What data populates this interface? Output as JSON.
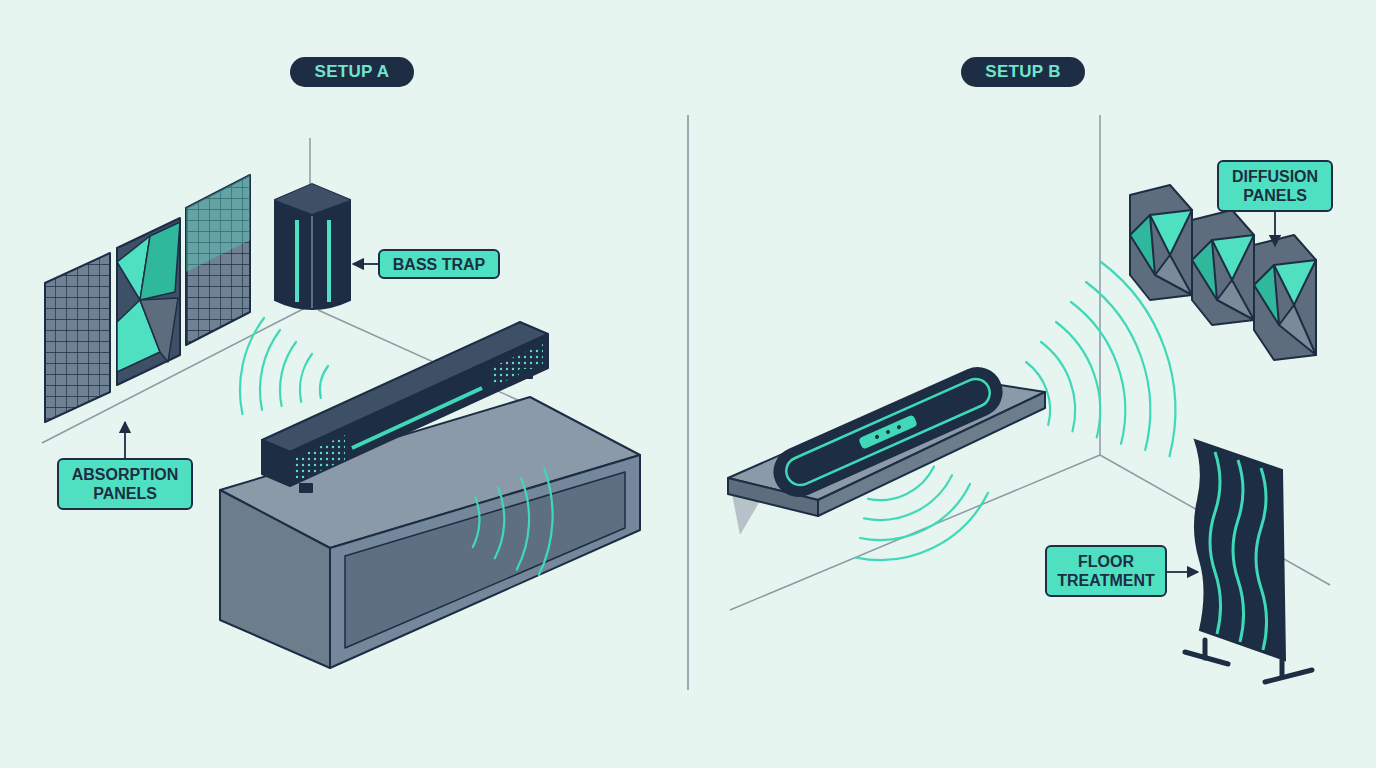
{
  "diagram": {
    "nodes": [
      {
        "text": [
          "SETUP A"
        ]
      },
      {
        "text": [
          "BASS TRAP"
        ]
      },
      {
        "text": [
          "ABSORPTION PANELS"
        ]
      },
      {
        "text": [
          "SETUP B"
        ]
      },
      {
        "text": [
          "DIFFUSION PANELS"
        ]
      },
      {
        "text": [
          "FLOOR TREATMENT"
        ]
      }
    ]
  }
}
